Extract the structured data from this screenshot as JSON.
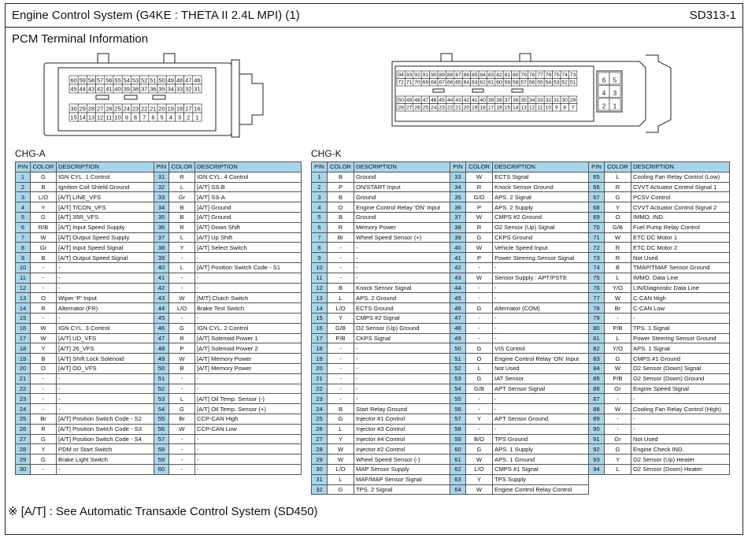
{
  "header": {
    "title": "Engine Control System (G4KE : THETA II 2.4L MPI) (1)",
    "code": "SD313-1"
  },
  "subtitle": "PCM Terminal Information",
  "connector_a": {
    "rows": [
      [
        "60",
        "59",
        "58",
        "57",
        "56",
        "55",
        "54",
        "53",
        "52",
        "51",
        "50",
        "49",
        "48",
        "47",
        "46"
      ],
      [
        "45",
        "44",
        "43",
        "42",
        "41",
        "40",
        "39",
        "38",
        "37",
        "36",
        "35",
        "34",
        "33",
        "32",
        "31"
      ],
      [
        "30",
        "29",
        "28",
        "27",
        "26",
        "25",
        "24",
        "23",
        "22",
        "21",
        "20",
        "19",
        "18",
        "17",
        "16"
      ],
      [
        "15",
        "14",
        "13",
        "12",
        "11",
        "10",
        "9",
        "8",
        "7",
        "6",
        "5",
        "4",
        "3",
        "2",
        "1"
      ]
    ]
  },
  "connector_k": {
    "rows": [
      [
        "94",
        "93",
        "92",
        "91",
        "90",
        "89",
        "88",
        "87",
        "86",
        "85",
        "84",
        "83",
        "82",
        "81",
        "80",
        "79",
        "78",
        "77",
        "76",
        "75",
        "74",
        "73"
      ],
      [
        "72",
        "71",
        "70",
        "69",
        "68",
        "67",
        "66",
        "65",
        "64",
        "63",
        "62",
        "61",
        "60",
        "59",
        "58",
        "57",
        "56",
        "55",
        "54",
        "53",
        "52",
        "51"
      ],
      [
        "50",
        "49",
        "48",
        "47",
        "46",
        "45",
        "44",
        "43",
        "42",
        "41",
        "40",
        "39",
        "38",
        "37",
        "36",
        "35",
        "34",
        "33",
        "32",
        "31",
        "30",
        "29"
      ],
      [
        "28",
        "27",
        "26",
        "25",
        "24",
        "23",
        "22",
        "21",
        "20",
        "19",
        "18",
        "17",
        "16",
        "15",
        "14",
        "13",
        "12",
        "11",
        "10",
        "9",
        "8",
        "7"
      ]
    ],
    "side": [
      [
        "6",
        "5"
      ],
      [
        "4",
        "3"
      ],
      [
        "2",
        "1"
      ]
    ]
  },
  "chg_a": {
    "label": "CHG-A",
    "columns": [
      "PIN",
      "COLOR",
      "DESCRIPTION",
      "PIN",
      "COLOR",
      "DESCRIPTION"
    ],
    "rows": [
      [
        "1",
        "G",
        "IGN CYL. 1 Control",
        "31",
        "R",
        "IGN CYL. 4 Control"
      ],
      [
        "2",
        "B",
        "Ignition Coil Shield Ground",
        "32",
        "L",
        "[A/T] SS-B"
      ],
      [
        "3",
        "L/O",
        "[A/T] LINE_VFS",
        "33",
        "Gr",
        "[A/T] SS-A"
      ],
      [
        "4",
        "Y",
        "[A/T] T/CON_VFS",
        "34",
        "B",
        "[A/T] Ground"
      ],
      [
        "5",
        "G",
        "[A/T] 35R_VFS",
        "35",
        "B",
        "[A/T] Ground"
      ],
      [
        "6",
        "R/B",
        "[A/T] Input Speed Supply",
        "36",
        "R",
        "[A/T] Down Shift"
      ],
      [
        "7",
        "W",
        "[A/T] Output Speed Supply",
        "37",
        "L",
        "[A/T] Up Shift"
      ],
      [
        "8",
        "Gr",
        "[A/T] Input Speed Signal",
        "38",
        "Y",
        "[A/T] Select Switch"
      ],
      [
        "9",
        "B",
        "[A/T] Output Speed Signal",
        "39",
        "-",
        "-"
      ],
      [
        "10",
        "-",
        "-",
        "40",
        "L",
        "[A/T] Position Switch Code - S1"
      ],
      [
        "11",
        "-",
        "-",
        "41",
        "-",
        "-"
      ],
      [
        "12",
        "-",
        "-",
        "42",
        "-",
        "-"
      ],
      [
        "13",
        "O",
        "Wiper 'P' Input",
        "43",
        "W",
        "[M/T] Clutch Switch"
      ],
      [
        "14",
        "R",
        "Alternator (FR)",
        "44",
        "L/O",
        "Brake Test Switch"
      ],
      [
        "15",
        "-",
        "-",
        "45",
        "-",
        "-"
      ],
      [
        "16",
        "W",
        "IGN CYL. 3 Control",
        "46",
        "G",
        "IGN CYL. 2 Control"
      ],
      [
        "17",
        "W",
        "[A/T] UD_VFS",
        "47",
        "R",
        "[A/T] Solenoid Power 1"
      ],
      [
        "18",
        "Y",
        "[A/T] 26_VFS",
        "48",
        "P",
        "[A/T] Solenoid Power 2"
      ],
      [
        "19",
        "B",
        "[A/T] Shift Lock Solenoid",
        "49",
        "W",
        "[A/T] Memory Power"
      ],
      [
        "20",
        "O",
        "[A/T] OD_VFS",
        "50",
        "B",
        "[A/T] Memory Power"
      ],
      [
        "21",
        "-",
        "-",
        "51",
        "-",
        "-"
      ],
      [
        "22",
        "-",
        "-",
        "52",
        "-",
        "-"
      ],
      [
        "23",
        "-",
        "-",
        "53",
        "L",
        "[A/T] Oil Temp. Sensor (-)"
      ],
      [
        "24",
        "-",
        "-",
        "54",
        "G",
        "[A/T] Oil Temp. Sensor (+)"
      ],
      [
        "25",
        "Br",
        "[A/T] Position Switch Code - S2",
        "55",
        "Br",
        "CCP-CAN High"
      ],
      [
        "26",
        "R",
        "[A/T] Position Switch Code - S3",
        "56",
        "W",
        "CCP-CAN Low"
      ],
      [
        "27",
        "G",
        "[A/T] Position Switch Code - S4",
        "57",
        "-",
        "-"
      ],
      [
        "28",
        "Y",
        "PDM or Start Switch",
        "58",
        "-",
        "-"
      ],
      [
        "29",
        "G",
        "Brake Light Switch",
        "59",
        "-",
        "-"
      ],
      [
        "30",
        "-",
        "-",
        "60",
        "-",
        "-"
      ]
    ]
  },
  "chg_k": {
    "label": "CHG-K",
    "columns": [
      "PIN",
      "COLOR",
      "DESCRIPTION",
      "PIN",
      "COLOR",
      "DESCRIPTION",
      "PIN",
      "COLOR",
      "DESCRIPTION"
    ],
    "rows": [
      [
        "1",
        "B",
        "Ground",
        "33",
        "W",
        "ECTS Signal",
        "65",
        "L",
        "Cooling Fan Relay Control (Low)"
      ],
      [
        "2",
        "P",
        "ON/START Input",
        "34",
        "R",
        "Knock Sensor Ground",
        "66",
        "R",
        "CVVT Actuator Control Signal 1"
      ],
      [
        "3",
        "B",
        "Ground",
        "35",
        "G/O",
        "APS. 2 Signal",
        "67",
        "G",
        "PCSV Control"
      ],
      [
        "4",
        "O",
        "Engine Control Relay 'ON' Input",
        "36",
        "P",
        "APS. 2 Supply",
        "68",
        "Y",
        "CVVT Actuator Control Signal 2"
      ],
      [
        "5",
        "B",
        "Ground",
        "37",
        "W",
        "CMPS #2 Ground",
        "69",
        "O",
        "IMMO. IND."
      ],
      [
        "6",
        "R",
        "Memory Power",
        "38",
        "R",
        "O2 Sensor (Up) Signal",
        "70",
        "G/B",
        "Fuel Pump Relay Control"
      ],
      [
        "7",
        "Br",
        "Wheel Speed Sensor (+)",
        "39",
        "G",
        "CKPS Ground",
        "71",
        "W",
        "ETC DC Motor 1"
      ],
      [
        "8",
        "-",
        "-",
        "40",
        "W",
        "Vehicle Speed Input",
        "72",
        "R",
        "ETC DC Motor 2"
      ],
      [
        "9",
        "-",
        "-",
        "41",
        "P",
        "Power Steering Sensor Signal",
        "73",
        "R",
        "Not Used"
      ],
      [
        "10",
        "-",
        "-",
        "42",
        "-",
        "-",
        "74",
        "B",
        "TMAP/TMAF Sensor Ground"
      ],
      [
        "11",
        "-",
        "-",
        "43",
        "W",
        "Sensor Supply : APT/PSTE",
        "75",
        "L",
        "IMMO. Data Line"
      ],
      [
        "12",
        "B",
        "Knock Sensor Signal",
        "44",
        "-",
        "-",
        "76",
        "Y/O",
        "LIN/Diagnostic Data Line"
      ],
      [
        "13",
        "L",
        "APS. 2 Ground",
        "45",
        "-",
        "-",
        "77",
        "W",
        "C-CAN High"
      ],
      [
        "14",
        "L/O",
        "ECTS Ground",
        "46",
        "G",
        "Alternator (COM)",
        "78",
        "Br",
        "C-CAN Low"
      ],
      [
        "15",
        "Y",
        "CMPS #2 Signal",
        "47",
        "-",
        "-",
        "79",
        "-",
        "-"
      ],
      [
        "16",
        "G/B",
        "O2 Sensor (Up) Ground",
        "48",
        "-",
        "-",
        "80",
        "P/B",
        "TPS. 1 Signal"
      ],
      [
        "17",
        "P/B",
        "CKPS Signal",
        "49",
        "-",
        "-",
        "81",
        "L",
        "Power Steering Sensor Ground"
      ],
      [
        "18",
        "-",
        "-",
        "50",
        "G",
        "VIS Control",
        "82",
        "Y/O",
        "APS. 1 Signal"
      ],
      [
        "19",
        "-",
        "-",
        "51",
        "O",
        "Engine Control Relay 'ON' Input",
        "83",
        "G",
        "CMPS #1 Ground"
      ],
      [
        "20",
        "-",
        "-",
        "52",
        "L",
        "Not Used",
        "84",
        "W",
        "O2 Sensor (Down) Signal"
      ],
      [
        "21",
        "-",
        "-",
        "53",
        "G",
        "IAT Sensor",
        "85",
        "P/B",
        "O2 Sensor (Down) Ground"
      ],
      [
        "22",
        "-",
        "-",
        "54",
        "G/B",
        "APT Sensor Signal",
        "86",
        "Gr",
        "Engine Speed Signal"
      ],
      [
        "23",
        "-",
        "-",
        "55",
        "-",
        "-",
        "87",
        "-",
        "-"
      ],
      [
        "24",
        "B",
        "Start Relay Ground",
        "56",
        "-",
        "-",
        "88",
        "W",
        "Cooling Fan Relay Control (High)"
      ],
      [
        "25",
        "G",
        "Injector #1 Control",
        "57",
        "Y",
        "APT Sensor Ground",
        "89",
        "-",
        "-"
      ],
      [
        "26",
        "L",
        "Injector #3 Control",
        "58",
        "-",
        "-",
        "90",
        "-",
        "-"
      ],
      [
        "27",
        "Y",
        "Injector #4 Control",
        "59",
        "B/O",
        "TPS Ground",
        "91",
        "Gr",
        "Not Used"
      ],
      [
        "28",
        "W",
        "Injector #2 Control",
        "60",
        "G",
        "APS. 1 Supply",
        "92",
        "G",
        "Engine Check IND."
      ],
      [
        "29",
        "W",
        "Wheel Speed Sensor (-)",
        "61",
        "W",
        "APS. 1 Ground",
        "93",
        "Y",
        "O2 Sensor (Up) Heater"
      ],
      [
        "30",
        "L/O",
        "MAP Sensor Supply",
        "62",
        "L/O",
        "CMPS #1 Signal",
        "94",
        "L",
        "O2 Sensor (Down) Heater"
      ],
      [
        "31",
        "L",
        "MAF/MAP Sensor Signal",
        "63",
        "Y",
        "TPS Supply",
        "",
        "",
        ""
      ],
      [
        "32",
        "G",
        "TPS. 2 Signal",
        "64",
        "W",
        "Engine Control Relay Control",
        "",
        "",
        ""
      ]
    ]
  },
  "footnote": "※ [A/T] : See Automatic Transaxle Control System (SD450)"
}
